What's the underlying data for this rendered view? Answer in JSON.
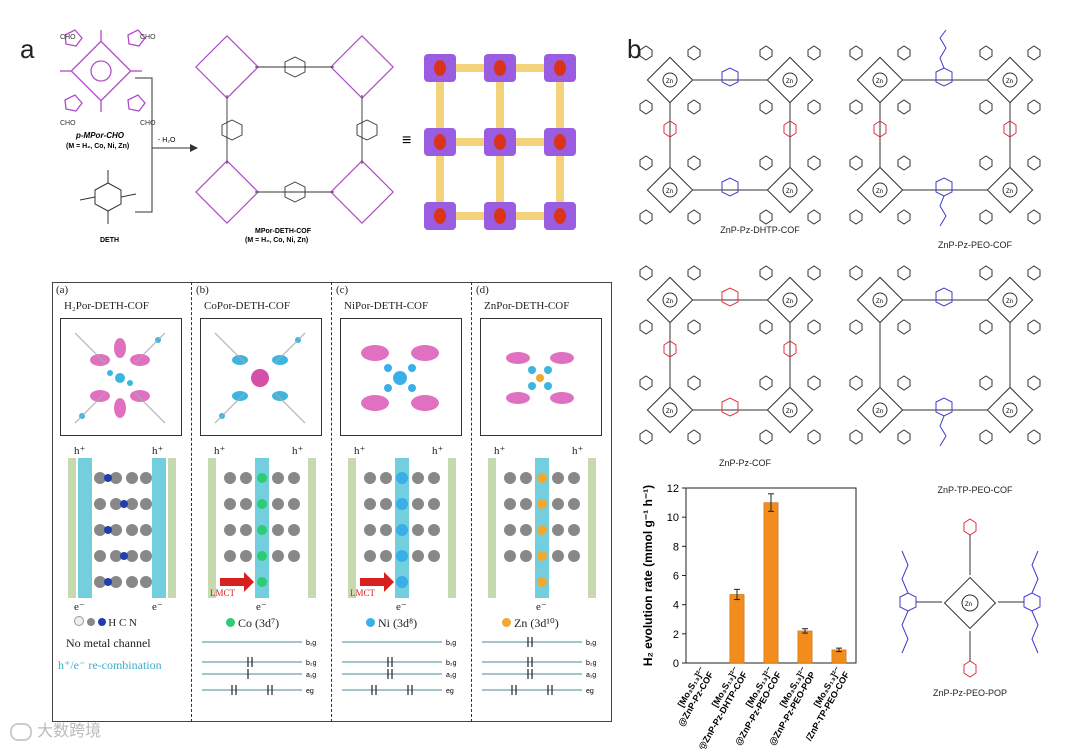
{
  "panel_a": {
    "letter": "a",
    "monomer1_sub": "CHO",
    "monomer1_name": "p-MPor-CHO",
    "monomer1_note": "(M = H₂, Co, Ni, Zn)",
    "monomer2_name": "DETH",
    "reaction_label": "- H₂O",
    "product_name": "MPor-DETH-COF",
    "product_note": "(M = H₂, Co, Ni, Zn)",
    "equiv": "≡"
  },
  "lower_panel": {
    "subpanels": [
      {
        "tag": "(a)",
        "title": "H₂Por-DETH-COF",
        "hplus_left": "h⁺",
        "hplus_right": "h⁺",
        "e_left": "e⁻",
        "e_right": "e⁻",
        "legend": "H  C  N",
        "note1": "No metal channel",
        "note2": "h⁺/e⁻ re-combination",
        "color": "#e080c0"
      },
      {
        "tag": "(b)",
        "title": "CoPor-DETH-COF",
        "hplus_left": "h⁺",
        "hplus_right": "h⁺",
        "e_bottom": "e⁻",
        "metal": "Co (3d⁷)",
        "lmct": "LMCT",
        "metal_color": "#2ecc71",
        "color": "#3cb5e0"
      },
      {
        "tag": "(c)",
        "title": "NiPor-DETH-COF",
        "hplus_left": "h⁺",
        "hplus_right": "h⁺",
        "e_bottom": "e⁻",
        "metal": "Ni (3d⁸)",
        "lmct": "LMCT",
        "metal_color": "#3aaee8",
        "color": "#e080c0"
      },
      {
        "tag": "(d)",
        "title": "ZnPor-DETH-COF",
        "hplus_left": "h⁺",
        "hplus_right": "h⁺",
        "e_bottom": "e⁻",
        "metal": "Zn (3d¹⁰)",
        "metal_color": "#f0a830",
        "color": "#e080c0"
      }
    ],
    "orbitals": [
      "b₁g",
      "b₂g",
      "a₁g",
      "eg"
    ]
  },
  "panel_b": {
    "letter": "b",
    "structures": [
      "ZnP-Pz-DHTP-COF",
      "ZnP-Pz-PEO-COF",
      "ZnP-Pz-COF",
      "ZnP-TP-PEO-COF",
      "ZnP-Pz-PEO-POP"
    ]
  },
  "chart_data": {
    "type": "bar",
    "ylabel": "H₂ evolution rate (mmol g⁻¹ h⁻¹)",
    "ylim": [
      0,
      12
    ],
    "yticks": [
      0,
      2,
      4,
      6,
      8,
      10,
      12
    ],
    "categories": [
      "[Mo₃S₁₃]²⁻ @ZnP-Pz-COF",
      "[Mo₃S₁₃]²⁻ @ZnP-Pz-DHTP-COF",
      "[Mo₃S₁₃]²⁻ @ZnP-Pz-PEO-COF",
      "[Mo₃S₁₃]²⁻ @ZnP-Pz-PEO-POP",
      "[Mo₃S₁₃]²⁻ /ZnP-TP-PEO-COF"
    ],
    "values": [
      0.0,
      4.7,
      11.0,
      2.2,
      0.9
    ],
    "errors": [
      0.0,
      0.35,
      0.6,
      0.15,
      0.12
    ],
    "bar_color": "#f28c1c"
  },
  "watermark": "大数跨境"
}
